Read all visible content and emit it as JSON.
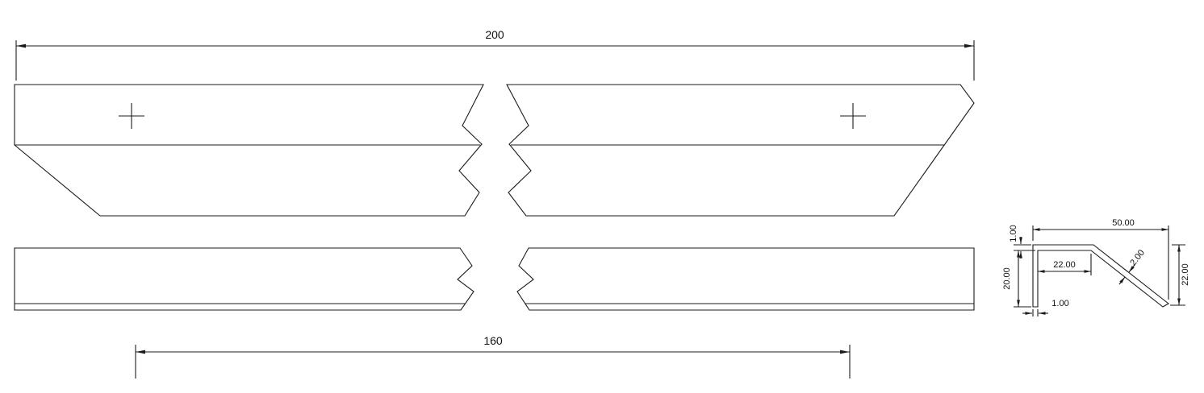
{
  "drawing": {
    "colors": {
      "background": "#ffffff",
      "line": "#1b1b1b"
    },
    "top_view": {
      "length_dim": "200"
    },
    "front_view": {
      "length_dim": "160"
    },
    "section_view": {
      "overall_width_dim": "50.00",
      "top_thickness_dim": "1.00",
      "leg_height_dim": "20.00",
      "flat_width_dim": "22.00",
      "diagonal_thickness_dim": "2.00",
      "leg_thickness_dim": "1.00",
      "overall_height_dim": "22.00"
    }
  }
}
